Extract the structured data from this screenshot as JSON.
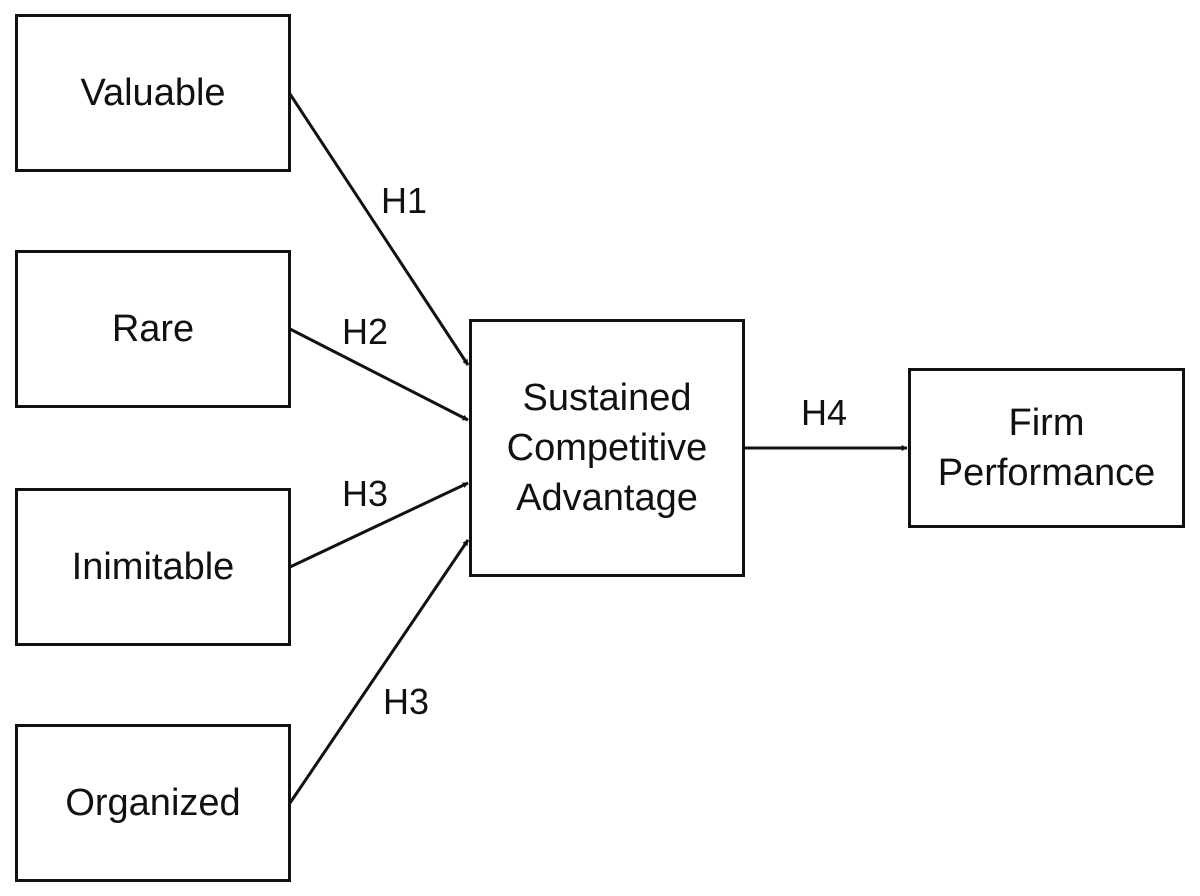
{
  "nodes": {
    "valuable": "Valuable",
    "rare": "Rare",
    "inimitable": "Inimitable",
    "organized": "Organized",
    "sca_line1": "Sustained",
    "sca_line2": "Competitive",
    "sca_line3": "Advantage",
    "firm_line1": "Firm",
    "firm_line2": "Performance"
  },
  "edges": {
    "h1": "H1",
    "h2": "H2",
    "h3_inimitable": "H3",
    "h3_organized": "H3",
    "h4": "H4"
  },
  "colors": {
    "stroke": "#111111",
    "background": "#ffffff"
  }
}
